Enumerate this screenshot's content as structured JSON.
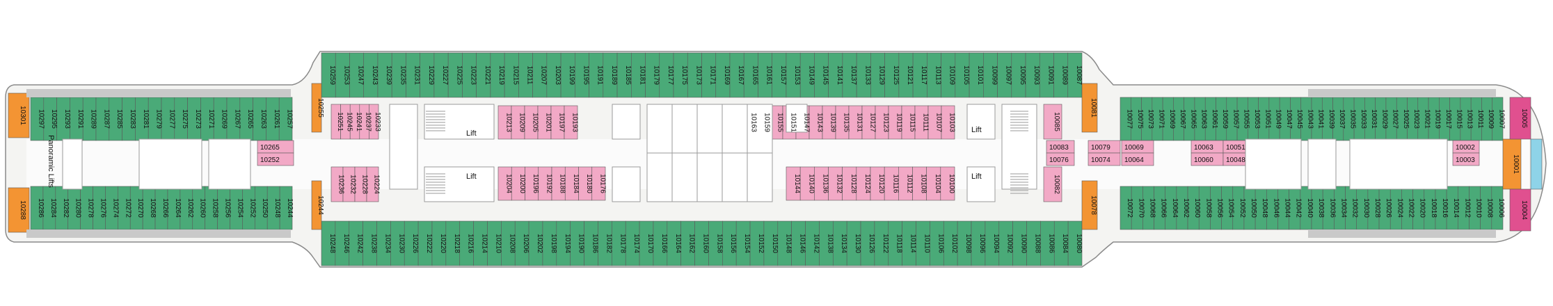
{
  "deck": {
    "name": "",
    "colors": {
      "balcony": "#4aaa78",
      "inside": "#f2a9c6",
      "suite": "#f39433",
      "grand_suite": "#e0508f",
      "aft": "#8ed3e8"
    },
    "lift_labels": [
      "Lift",
      "Lift",
      "Lift",
      "Lift"
    ],
    "panoramic_label": "Panoramic Lifts",
    "top_outer_row": [
      "10259",
      "10253",
      "10247",
      "10243",
      "10239",
      "10235",
      "10231",
      "10229",
      "10227",
      "10225",
      "10223",
      "10221",
      "10219",
      "10215",
      "10211",
      "10207",
      "10203",
      "10199",
      "10195",
      "10191",
      "10189",
      "10185",
      "10181",
      "10179",
      "10177",
      "10175",
      "10173",
      "10171",
      "10169",
      "10167",
      "10165",
      "10161",
      "10157",
      "10153",
      "10149",
      "10145",
      "10141",
      "10137",
      "10133",
      "10129",
      "10125",
      "10121",
      "10117",
      "10113",
      "10109",
      "10105",
      "10101",
      "10099",
      "10097",
      "10095",
      "10093",
      "10091",
      "10089",
      "10087"
    ],
    "top_fwd_row": [
      "10077",
      "10075",
      "10073",
      "10071",
      "10069",
      "10067",
      "10065",
      "10063",
      "10061",
      "10059",
      "10057",
      "10055",
      "10053",
      "10051",
      "10049",
      "10047",
      "10045",
      "10043",
      "10041",
      "10039",
      "10037",
      "10035",
      "10033",
      "10031",
      "10029",
      "10027",
      "10025",
      "10023",
      "10021",
      "10019",
      "10017",
      "10015",
      "10013",
      "10011",
      "10009",
      "10007"
    ],
    "top_aft_row": [
      "10297",
      "10295",
      "10293",
      "10291",
      "10289",
      "10287",
      "10285",
      "10283",
      "10281",
      "10279",
      "10277",
      "10275",
      "10273",
      "10271",
      "10269",
      "10267",
      "10265",
      "10263",
      "10261",
      "10257"
    ],
    "bottom_outer_row": [
      "10248",
      "10246",
      "10242",
      "10238",
      "10234",
      "10230",
      "10226",
      "10222",
      "10220",
      "10218",
      "10216",
      "10214",
      "10210",
      "10208",
      "10206",
      "10202",
      "10198",
      "10194",
      "10190",
      "10186",
      "10182",
      "10178",
      "10174",
      "10170",
      "10166",
      "10164",
      "10162",
      "10160",
      "10158",
      "10156",
      "10154",
      "10152",
      "10150",
      "10148",
      "10146",
      "10142",
      "10138",
      "10134",
      "10130",
      "10126",
      "10122",
      "10118",
      "10114",
      "10110",
      "10106",
      "10102",
      "10098",
      "10096",
      "10094",
      "10092",
      "10090",
      "10088",
      "10086",
      "10084",
      "10080"
    ],
    "bottom_fwd_row": [
      "10072",
      "10070",
      "10068",
      "10066",
      "10064",
      "10062",
      "10060",
      "10058",
      "10056",
      "10054",
      "10052",
      "10050",
      "10048",
      "10046",
      "10044",
      "10042",
      "10040",
      "10038",
      "10036",
      "10034",
      "10032",
      "10030",
      "10028",
      "10026",
      "10024",
      "10022",
      "10020",
      "10018",
      "10016",
      "10014",
      "10012",
      "10010",
      "10008",
      "10006"
    ],
    "bottom_aft_row": [
      "10286",
      "10284",
      "10282",
      "10280",
      "10278",
      "10276",
      "10274",
      "10272",
      "10270",
      "10268",
      "10266",
      "10264",
      "10262",
      "10260",
      "10258",
      "10256",
      "10254",
      "10252",
      "10250",
      "10248",
      "10244"
    ],
    "inside_top_mid": [
      "10213",
      "10209",
      "10205",
      "10201",
      "10197",
      "10193"
    ],
    "inside_top_fwd": [
      "10163",
      "10159",
      "10155",
      "10151",
      "10147",
      "10143",
      "10139",
      "10135",
      "10131",
      "10127",
      "10123",
      "10119",
      "10115",
      "10111",
      "10107",
      "10103"
    ],
    "inside_bot_mid": [
      "10204",
      "10200",
      "10196",
      "10192",
      "10188",
      "10184",
      "10180",
      "10176"
    ],
    "inside_bot_fwd": [
      "10144",
      "10140",
      "10136",
      "10132",
      "10128",
      "10124",
      "10120",
      "10116",
      "10112",
      "10108",
      "10104",
      "10100"
    ],
    "inside_top_aft": [
      "10251",
      "10245",
      "10241",
      "10237",
      "10233"
    ],
    "inside_bot_aft": [
      "10236",
      "10232",
      "10228",
      "10224"
    ],
    "inside_top_far_fwd": [
      "10085"
    ],
    "inside_bot_far_fwd": [
      "10082"
    ],
    "horizontal_cabins": {
      "aft_a": [
        "10265",
        "10252"
      ],
      "fwd_a": [
        "10083",
        "10076"
      ],
      "fwd_b": [
        "10079",
        "10074"
      ],
      "fwd_c": [
        "10069",
        "10064"
      ],
      "fwd_d": [
        "10063",
        "10060"
      ],
      "fwd_e": [
        "10051",
        "10048"
      ],
      "bow": [
        "10002",
        "10003"
      ]
    },
    "suites": [
      "10301",
      "10288",
      "10255",
      "10244",
      "10081",
      "10078",
      "10001"
    ],
    "grand_suites": [
      "10005",
      "10004"
    ]
  }
}
